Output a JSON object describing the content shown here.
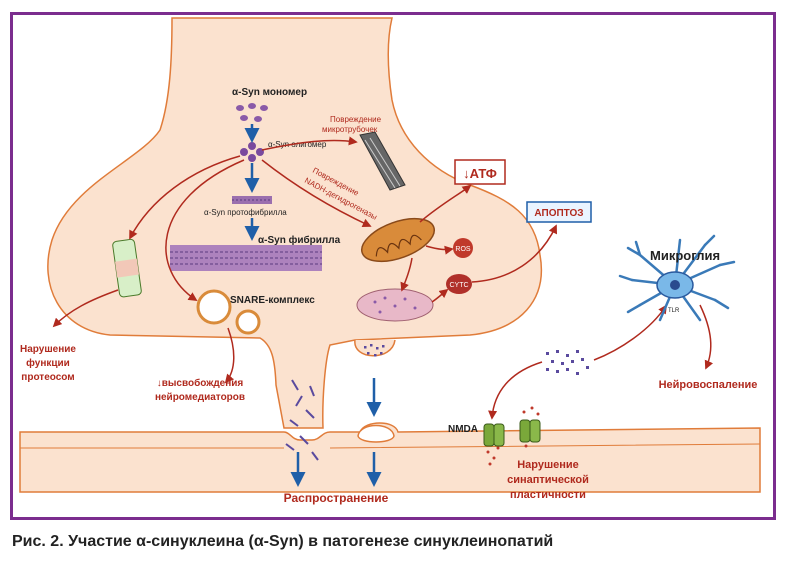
{
  "caption": "Рис. 2. Участие α-синуклеина (α-Syn) в патогенезе синуклеинопатий",
  "labels": {
    "monomer": "α-Syn мономер",
    "oligomer": "α-Syn олигомер",
    "protofibril": "α-Syn протофибрилла",
    "fibril": "α-Syn фибрилла",
    "snare": "SNARE-комплекс",
    "microtubule_damage_1": "Повреждение",
    "microtubule_damage_2": "микротрубочек",
    "nadh_damage_1": "Повреждение",
    "nadh_damage_2": "NADH-дегидрогеназы",
    "atp": "↓АТФ",
    "apoptosis": "АПОПТОЗ",
    "ros": "ROS",
    "cytc": "CYTC",
    "proteasome_1": "Нарушение",
    "proteasome_2": "функции",
    "proteasome_3": "протеосом",
    "release_1": "↓высвобождения",
    "release_2": "нейромедиаторов",
    "microglia": "Микроглия",
    "tlr": "TLR",
    "neuroinflammation": "Нейровоспаление",
    "nmda": "NMDA",
    "plasticity_1": "Нарушение",
    "plasticity_2": "синаптической",
    "plasticity_3": "пластичности",
    "spread": "Распространение"
  },
  "colors": {
    "frame": "#7b2d8e",
    "neuron_fill": "#fbe2cf",
    "neuron_stroke": "#e07c3a",
    "arrow_red": "#b02a1e",
    "arrow_blue": "#1f5fa8",
    "syn": "#8a5aa8",
    "text_red": "#b02a1e"
  }
}
